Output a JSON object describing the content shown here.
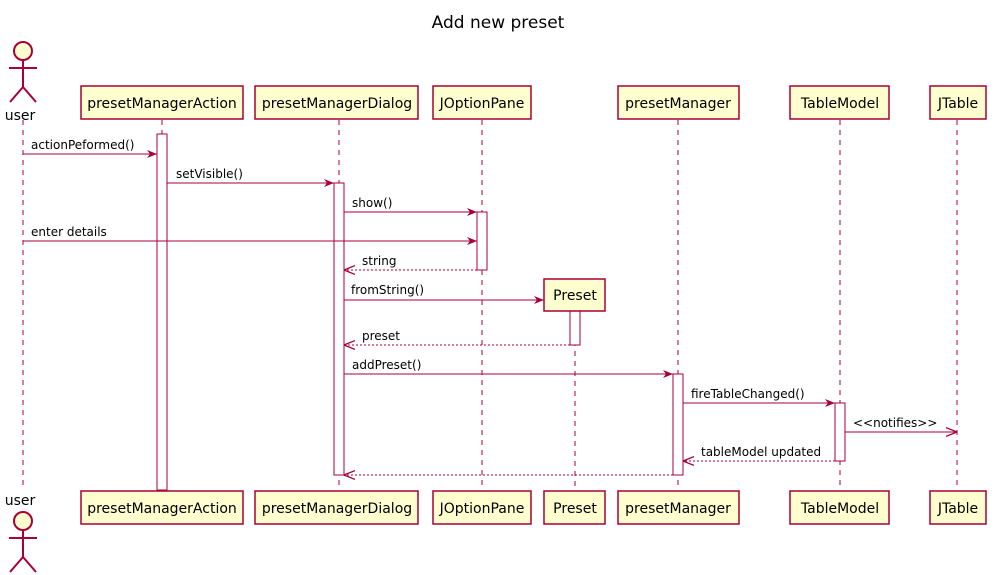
{
  "diagram": {
    "title": "Add new preset",
    "participants": {
      "user": "user",
      "presetManagerAction": "presetManagerAction",
      "presetManagerDialog": "presetManagerDialog",
      "JOptionPane": "JOptionPane",
      "Preset": "Preset",
      "presetManager": "presetManager",
      "TableModel": "TableModel",
      "JTable": "JTable"
    },
    "messages": [
      {
        "from": "user",
        "to": "presetManagerAction",
        "label": "actionPeformed()",
        "style": "sync"
      },
      {
        "from": "presetManagerAction",
        "to": "presetManagerDialog",
        "label": "setVisible()",
        "style": "sync"
      },
      {
        "from": "presetManagerDialog",
        "to": "JOptionPane",
        "label": "show()",
        "style": "sync"
      },
      {
        "from": "user",
        "to": "JOptionPane",
        "label": "enter details",
        "style": "sync"
      },
      {
        "from": "JOptionPane",
        "to": "presetManagerDialog",
        "label": "string",
        "style": "return"
      },
      {
        "from": "presetManagerDialog",
        "to": "Preset",
        "label": "fromString()",
        "style": "create"
      },
      {
        "from": "Preset",
        "to": "presetManagerDialog",
        "label": "preset",
        "style": "return"
      },
      {
        "from": "presetManagerDialog",
        "to": "presetManager",
        "label": "addPreset()",
        "style": "sync"
      },
      {
        "from": "presetManager",
        "to": "TableModel",
        "label": "fireTableChanged()",
        "style": "sync"
      },
      {
        "from": "TableModel",
        "to": "JTable",
        "label": "<<notifies>>",
        "style": "async"
      },
      {
        "from": "TableModel",
        "to": "presetManager",
        "label": "tableModel updated",
        "style": "return"
      },
      {
        "from": "presetManager",
        "to": "presetManagerDialog",
        "label": "",
        "style": "return"
      }
    ]
  },
  "colors": {
    "participant_fill": "#FEFECE",
    "participant_border": "#A80036",
    "arrow": "#A80036"
  }
}
